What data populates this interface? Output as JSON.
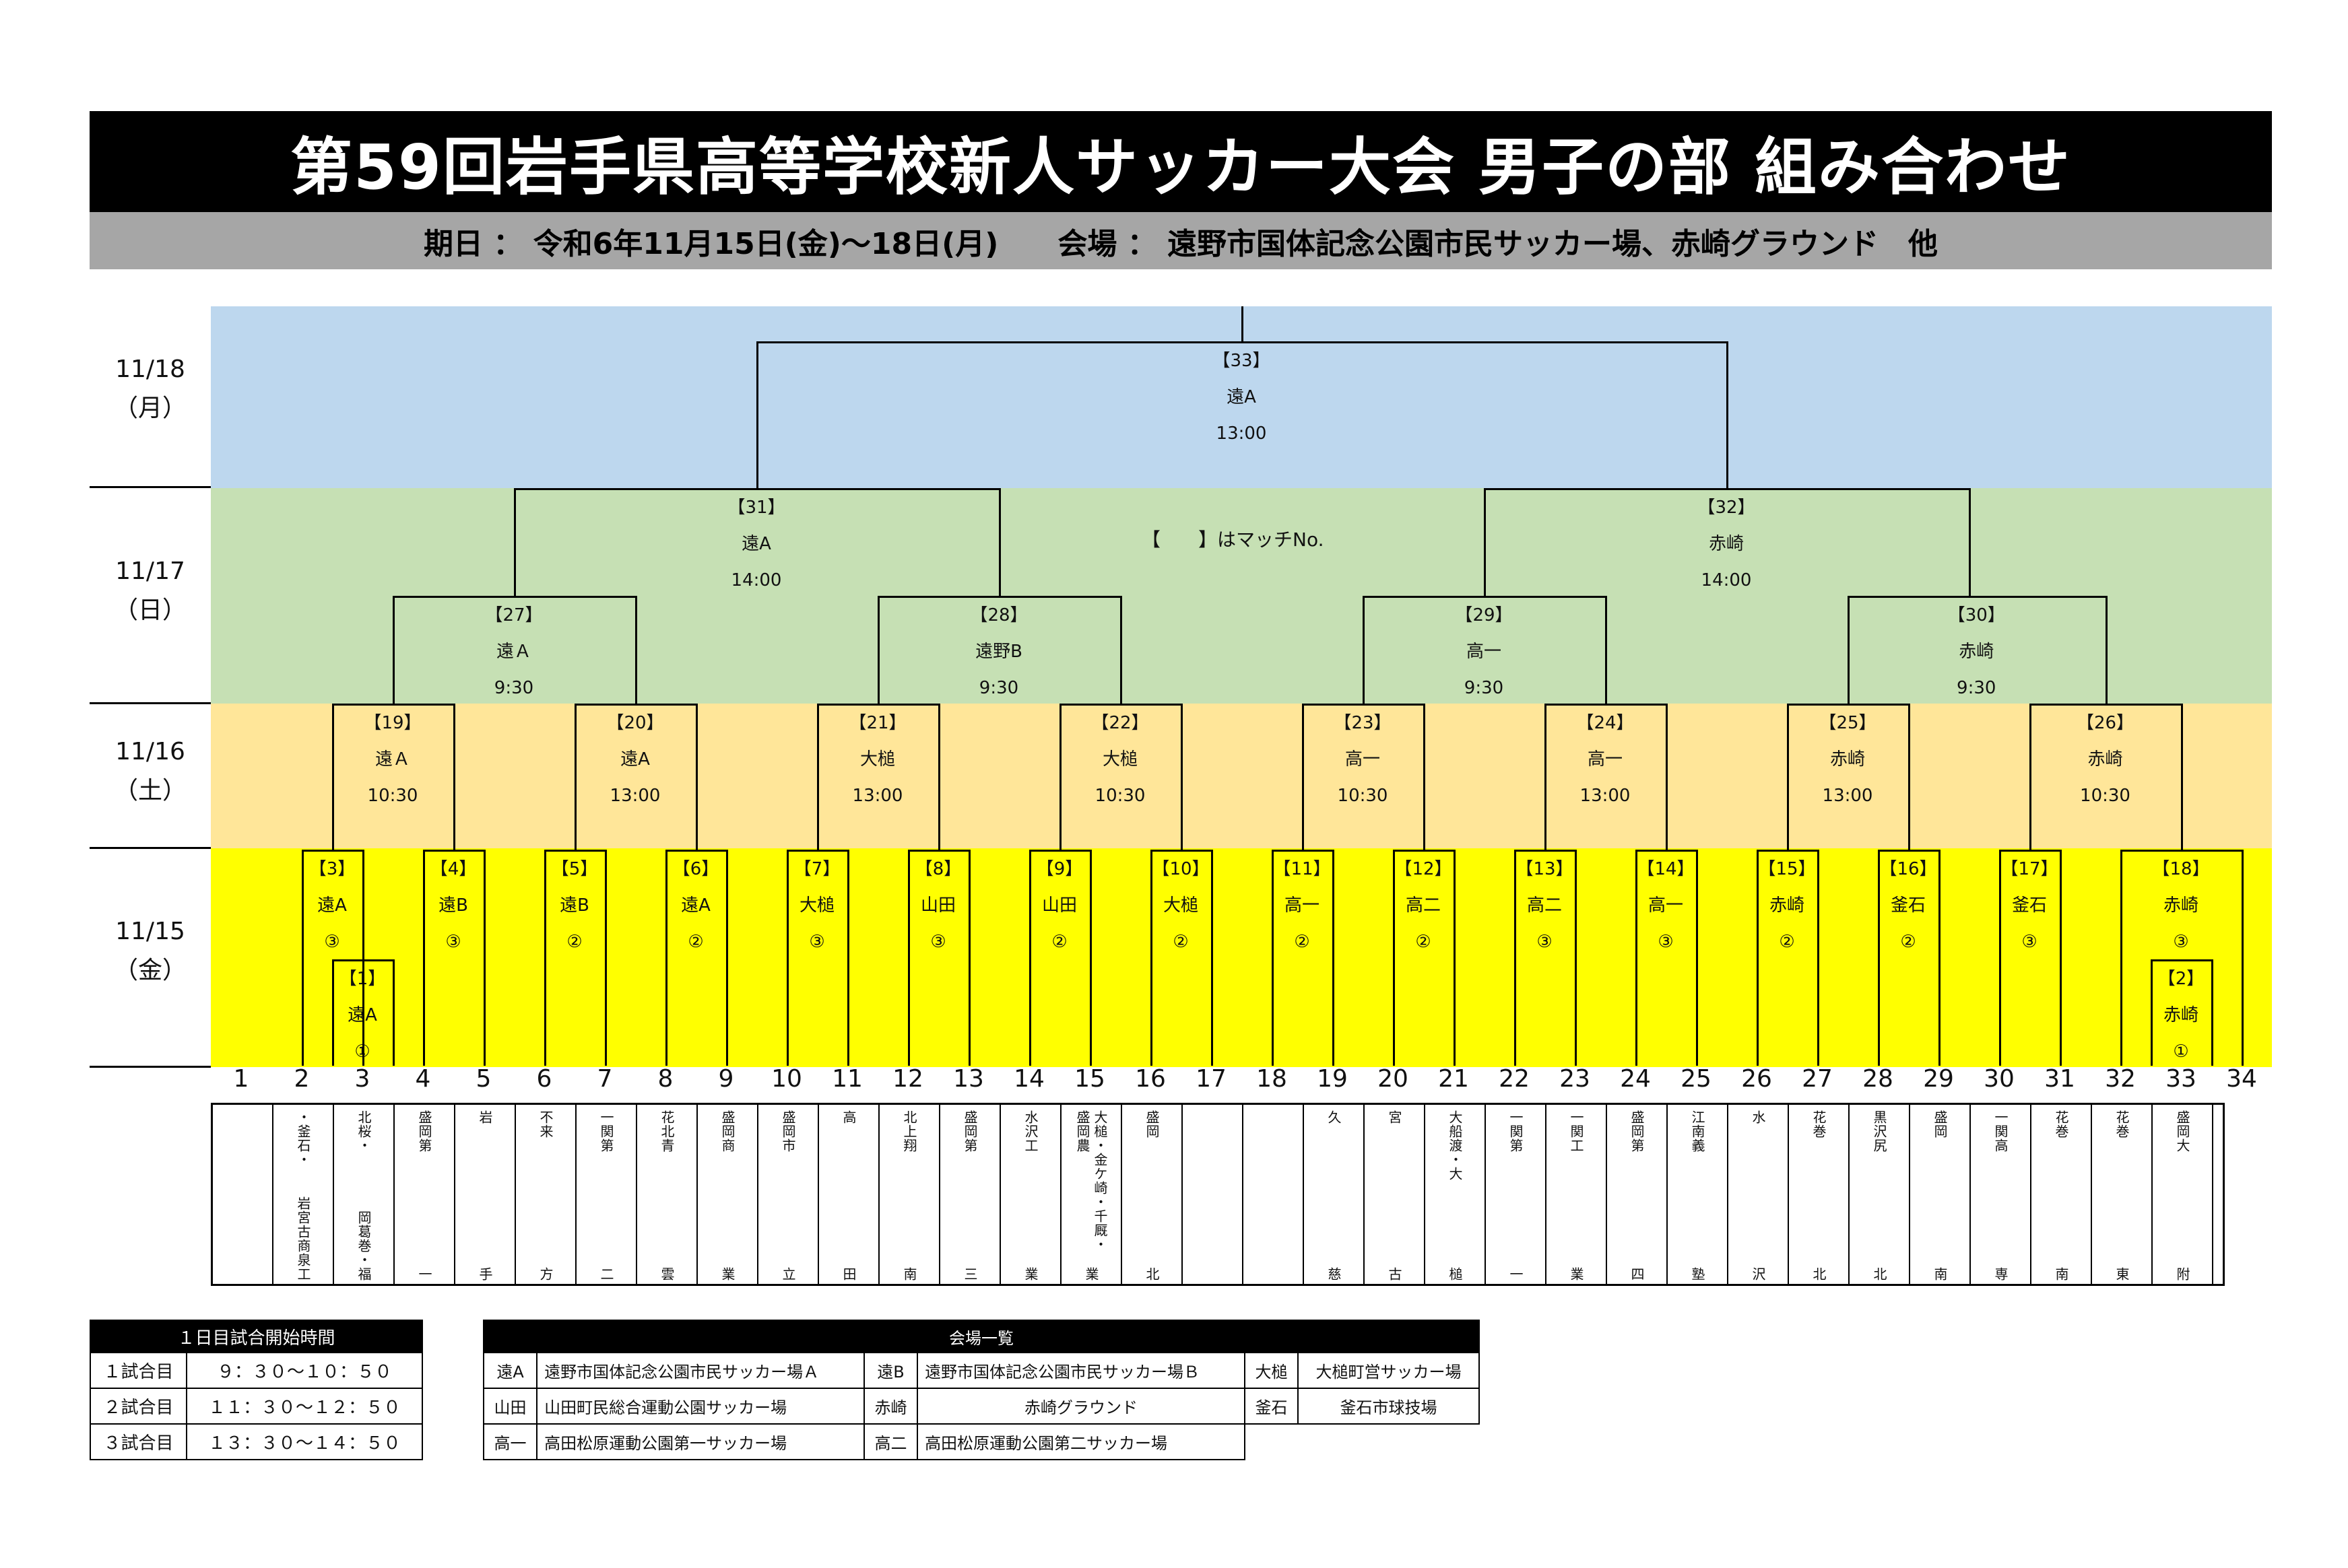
{
  "title": "第59回岩手県高等学校新人サッカー大会 男子の部 組み合わせ",
  "subtitle": "期日 ： 令和6年11月15日(金)～18日(月)　　会場 ： 遠野市国体記念公園市民サッカー場、赤崎グラウンド　他",
  "colors": {
    "day18": "#bdd7ee",
    "day17": "#c6e0b4",
    "day16": "#ffe699",
    "day15": "#ffff00"
  },
  "days": [
    {
      "date": "11/18",
      "dow": "（月）"
    },
    {
      "date": "11/17",
      "dow": "（日）"
    },
    {
      "date": "11/16",
      "dow": "（土）"
    },
    {
      "date": "11/15",
      "dow": "（金）"
    }
  ],
  "legend_note": "【　　】はマッチNo.",
  "matches": {
    "m1": {
      "no": "【1】",
      "venue": "遠A",
      "slot": "①"
    },
    "m2": {
      "no": "【2】",
      "venue": "赤崎",
      "slot": "①"
    },
    "m3": {
      "no": "【3】",
      "venue": "遠A",
      "slot": "③"
    },
    "m4": {
      "no": "【4】",
      "venue": "遠B",
      "slot": "③"
    },
    "m5": {
      "no": "【5】",
      "venue": "遠B",
      "slot": "②"
    },
    "m6": {
      "no": "【6】",
      "venue": "遠A",
      "slot": "②"
    },
    "m7": {
      "no": "【7】",
      "venue": "大槌",
      "slot": "③"
    },
    "m8": {
      "no": "【8】",
      "venue": "山田",
      "slot": "③"
    },
    "m9": {
      "no": "【9】",
      "venue": "山田",
      "slot": "②"
    },
    "m10": {
      "no": "【10】",
      "venue": "大槌",
      "slot": "②"
    },
    "m11": {
      "no": "【11】",
      "venue": "高一",
      "slot": "②"
    },
    "m12": {
      "no": "【12】",
      "venue": "高二",
      "slot": "②"
    },
    "m13": {
      "no": "【13】",
      "venue": "高二",
      "slot": "③"
    },
    "m14": {
      "no": "【14】",
      "venue": "高一",
      "slot": "③"
    },
    "m15": {
      "no": "【15】",
      "venue": "赤崎",
      "slot": "②"
    },
    "m16": {
      "no": "【16】",
      "venue": "釜石",
      "slot": "②"
    },
    "m17": {
      "no": "【17】",
      "venue": "釜石",
      "slot": "③"
    },
    "m18": {
      "no": "【18】",
      "venue": "赤崎",
      "slot": "③"
    },
    "m19": {
      "no": "【19】",
      "venue": "遠Ａ",
      "slot": "10:30"
    },
    "m20": {
      "no": "【20】",
      "venue": "遠A",
      "slot": "13:00"
    },
    "m21": {
      "no": "【21】",
      "venue": "大槌",
      "slot": "13:00"
    },
    "m22": {
      "no": "【22】",
      "venue": "大槌",
      "slot": "10:30"
    },
    "m23": {
      "no": "【23】",
      "venue": "高一",
      "slot": "10:30"
    },
    "m24": {
      "no": "【24】",
      "venue": "高一",
      "slot": "13:00"
    },
    "m25": {
      "no": "【25】",
      "venue": "赤崎",
      "slot": "13:00"
    },
    "m26": {
      "no": "【26】",
      "venue": "赤崎",
      "slot": "10:30"
    },
    "m27": {
      "no": "【27】",
      "venue": "遠Ａ",
      "slot": "9:30"
    },
    "m28": {
      "no": "【28】",
      "venue": "遠野B",
      "slot": "9:30"
    },
    "m29": {
      "no": "【29】",
      "venue": "高一",
      "slot": "9:30"
    },
    "m30": {
      "no": "【30】",
      "venue": "赤崎",
      "slot": "9:30"
    },
    "m31": {
      "no": "【31】",
      "venue": "遠A",
      "slot": "14:00"
    },
    "m32": {
      "no": "【32】",
      "venue": "赤崎",
      "slot": "14:00"
    },
    "m33": {
      "no": "【33】",
      "venue": "遠A",
      "slot": "13:00"
    }
  },
  "slot_numbers": [
    "1",
    "2",
    "3",
    "4",
    "5",
    "6",
    "7",
    "8",
    "9",
    "10",
    "11",
    "12",
    "13",
    "14",
    "15",
    "16",
    "17",
    "18",
    "19",
    "20",
    "21",
    "22",
    "23",
    "24",
    "25",
    "26",
    "27",
    "28",
    "29",
    "30",
    "31",
    "32",
    "33",
    "34"
  ],
  "teams": {
    "t2": {
      "top": "・釜石・",
      "bottom": "岩宮古商泉工"
    },
    "t3": {
      "top": "北桜・",
      "bottom": "岡葛巻・福"
    },
    "t4": {
      "top": "盛岡第",
      "bottom": "一"
    },
    "t5": {
      "top": "岩",
      "bottom": "手"
    },
    "t6": {
      "top": "不来",
      "bottom": "方"
    },
    "t7": {
      "top": "一関第",
      "bottom": "二"
    },
    "t8": {
      "top": "花北青",
      "bottom": "雲"
    },
    "t9": {
      "top": "盛岡商",
      "bottom": "業"
    },
    "t10": {
      "top": "盛岡市",
      "bottom": "立"
    },
    "t11": {
      "top": "高",
      "bottom": "田"
    },
    "t12": {
      "top": "北上翔",
      "bottom": "南"
    },
    "t13": {
      "top": "盛岡第",
      "bottom": "三"
    },
    "t14": {
      "top": "水沢工",
      "bottom": "業"
    },
    "t15": {
      "top": "大槌・金ケ崎・千厩・盛岡農",
      "bottom": "業"
    },
    "t16": {
      "top": "盛岡",
      "bottom": "北"
    },
    "t19": {
      "top": "久",
      "bottom": "慈"
    },
    "t20": {
      "top": "宮",
      "bottom": "古"
    },
    "t21": {
      "top": "大船渡・大",
      "bottom": "槌"
    },
    "t22": {
      "top": "一関第",
      "bottom": "一"
    },
    "t23": {
      "top": "一関工",
      "bottom": "業"
    },
    "t24": {
      "top": "盛岡第",
      "bottom": "四"
    },
    "t25": {
      "top": "江南義",
      "bottom": "塾"
    },
    "t26": {
      "top": "水",
      "bottom": "沢"
    },
    "t27": {
      "top": "花巻",
      "bottom": "北"
    },
    "t28": {
      "top": "黒沢尻",
      "bottom": "北"
    },
    "t29": {
      "top": "盛岡",
      "bottom": "南"
    },
    "t30": {
      "top": "一関高",
      "bottom": "専"
    },
    "t31": {
      "top": "花巻",
      "bottom": "南"
    },
    "t32": {
      "top": "花巻",
      "bottom": "東"
    },
    "t33": {
      "top": "盛岡大",
      "bottom": "附"
    }
  },
  "start_times": {
    "header": "１日目試合開始時間",
    "rows": [
      {
        "label": "１試合目",
        "time": "９：３０～１０：５０"
      },
      {
        "label": "２試合目",
        "time": "１１：３０～１２：５０"
      },
      {
        "label": "３試合目",
        "time": "１３：３０～１４：５０"
      }
    ]
  },
  "venues": {
    "header": "会場一覧",
    "rows": [
      [
        {
          "abbr": "遠A",
          "name": "遠野市国体記念公園市民サッカー場Ａ"
        },
        {
          "abbr": "遠B",
          "name": "遠野市国体記念公園市民サッカー場Ｂ"
        },
        {
          "abbr": "大槌",
          "name": "大槌町営サッカー場"
        }
      ],
      [
        {
          "abbr": "山田",
          "name": "山田町民総合運動公園サッカー場"
        },
        {
          "abbr": "赤崎",
          "name": "赤崎グラウンド"
        },
        {
          "abbr": "釜石",
          "name": "釜石市球技場"
        }
      ],
      [
        {
          "abbr": "高一",
          "name": "高田松原運動公園第一サッカー場"
        },
        {
          "abbr": "高二",
          "name": "高田松原運動公園第二サッカー場"
        }
      ]
    ]
  }
}
